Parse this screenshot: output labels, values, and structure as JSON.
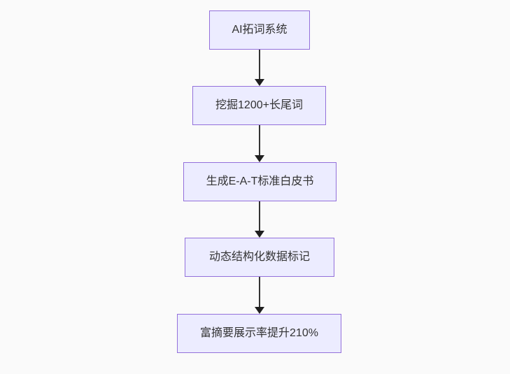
{
  "diagram": {
    "type": "flowchart",
    "direction": "top-down",
    "nodes": [
      {
        "id": "step-1",
        "label": "AI拓词系统"
      },
      {
        "id": "step-2",
        "label": "挖掘1200+长尾词"
      },
      {
        "id": "step-3",
        "label": "生成E-A-T标准白皮书"
      },
      {
        "id": "step-4",
        "label": "动态结构化数据标记"
      },
      {
        "id": "step-5",
        "label": "富摘要展示率提升210%"
      }
    ],
    "edges": [
      {
        "from": "step-1",
        "to": "step-2"
      },
      {
        "from": "step-2",
        "to": "step-3"
      },
      {
        "from": "step-3",
        "to": "step-4"
      },
      {
        "from": "step-4",
        "to": "step-5"
      }
    ],
    "colors": {
      "node_fill": "#ECECFF",
      "node_border": "#9370DB",
      "node_text": "#333333",
      "edge_stroke": "#333333",
      "arrowhead": "#1F1F1F",
      "background": "#FAFAFA"
    }
  }
}
